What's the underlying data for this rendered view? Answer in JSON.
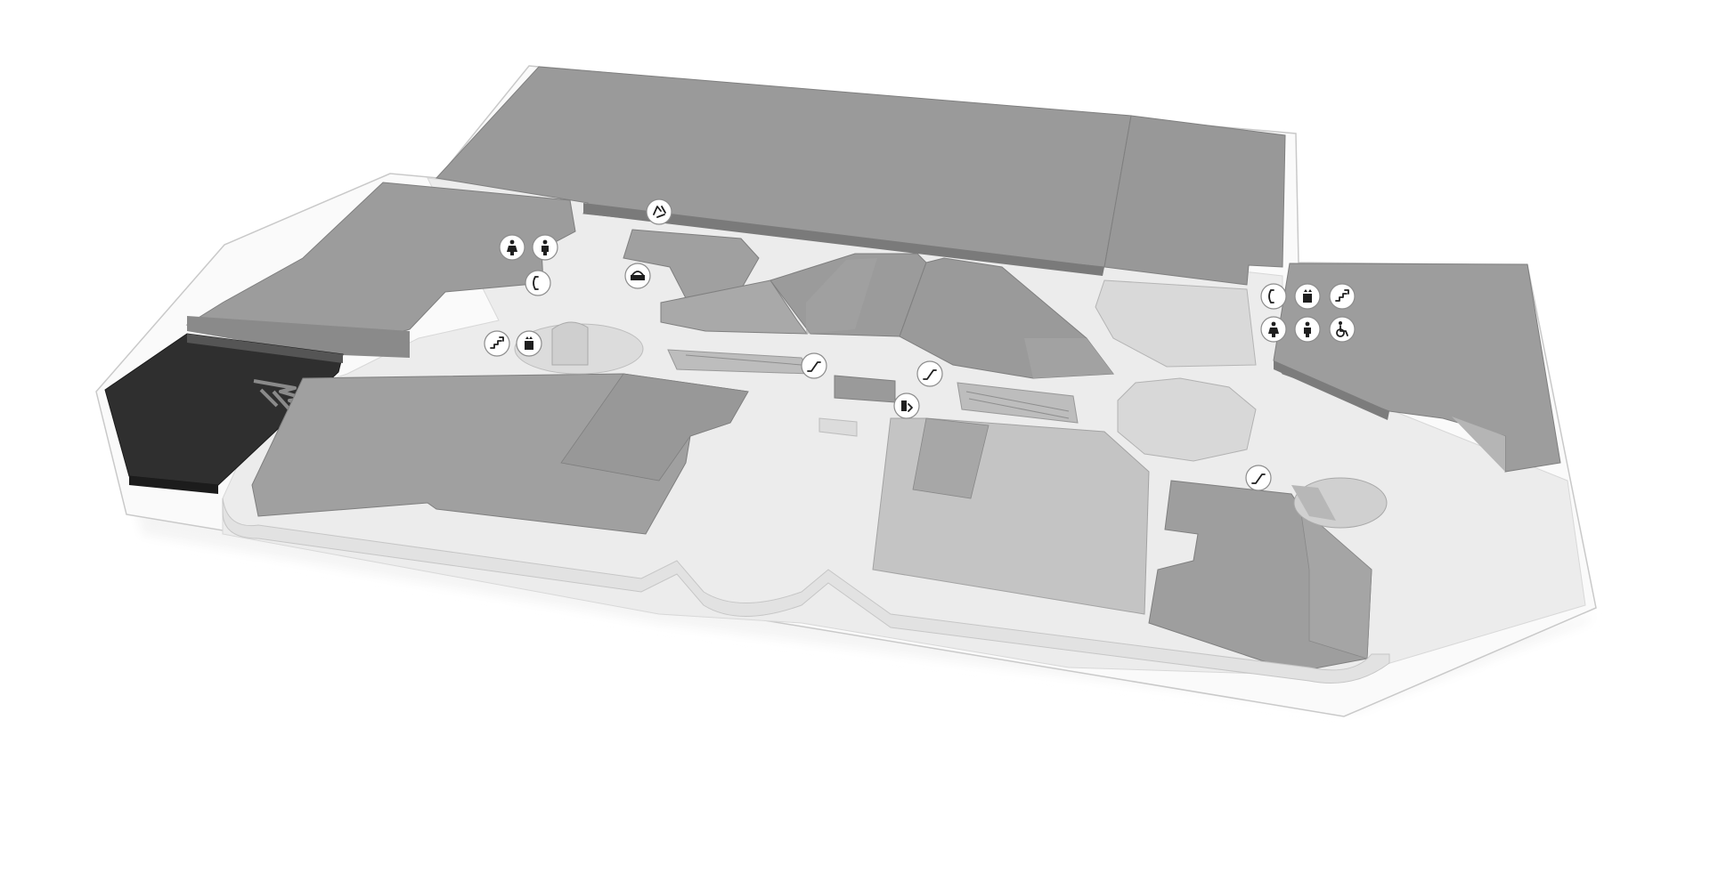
{
  "map": {
    "colors": {
      "background": "#ffffff",
      "floor_outline": "#d0d0d0",
      "walkway": "#ececec",
      "walkway_edge": "#d6d6d6",
      "store_dark": "#8f8f8f",
      "store_mid": "#a6a6a6",
      "store_light": "#c4c4c4",
      "highlight": "#2f2f2f",
      "badge_fill": "#ffffff",
      "badge_stroke": "#8c8c8c",
      "glyph": "#1f1f1f"
    },
    "highlighted_store": {
      "icon": "arrow-logo-icon"
    },
    "amenities": [
      {
        "id": "recycling-top",
        "icon": "recycling-icon"
      },
      {
        "id": "toilet-women-nw",
        "icon": "toilet-women-icon"
      },
      {
        "id": "toilet-men-nw",
        "icon": "toilet-men-icon"
      },
      {
        "id": "phone-nw",
        "icon": "phone-icon"
      },
      {
        "id": "lounge-nw",
        "icon": "lounge-icon"
      },
      {
        "id": "stairs-w",
        "icon": "stairs-icon"
      },
      {
        "id": "elevator-w",
        "icon": "elevator-icon"
      },
      {
        "id": "escalator-center-left",
        "icon": "escalator-icon"
      },
      {
        "id": "escalator-center-right",
        "icon": "escalator-icon"
      },
      {
        "id": "exit-center",
        "icon": "exit-icon"
      },
      {
        "id": "phone-ne",
        "icon": "phone-icon"
      },
      {
        "id": "elevator-ne",
        "icon": "elevator-icon"
      },
      {
        "id": "stairs-ne",
        "icon": "stairs-icon"
      },
      {
        "id": "toilet-women-ne",
        "icon": "toilet-women-icon"
      },
      {
        "id": "toilet-men-ne",
        "icon": "toilet-men-icon"
      },
      {
        "id": "accessible-ne",
        "icon": "accessible-icon"
      },
      {
        "id": "escalator-east",
        "icon": "escalator-icon"
      }
    ]
  }
}
